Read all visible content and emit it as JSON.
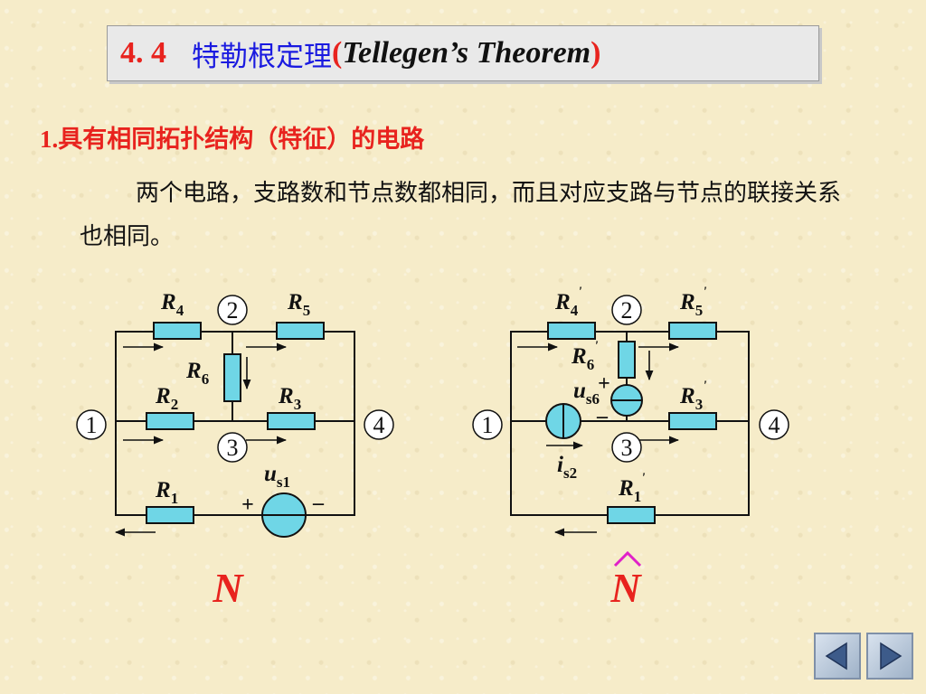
{
  "title": {
    "number": "4. 4",
    "chinese": "特勒根定理",
    "open_paren": "(",
    "english": "Tellegen’s  Theorem",
    "close_paren": ")"
  },
  "section": {
    "number": "1.",
    "heading": "具有相同拓扑结构（特征）的电路",
    "paragraph": "两个电路，支路数和节点数都相同，而且对应支路与节点的联接关系也相同。"
  },
  "circuit_left": {
    "name": "N",
    "nodes": [
      "1",
      "2",
      "3",
      "4"
    ],
    "labels": {
      "r4": "R",
      "r4_sub": "4",
      "r5": "R",
      "r5_sub": "5",
      "r6": "R",
      "r6_sub": "6",
      "r2": "R",
      "r2_sub": "2",
      "r3": "R",
      "r3_sub": "3",
      "r1": "R",
      "r1_sub": "1",
      "us1": "u",
      "us1_sub": "s1",
      "plus": "+",
      "minus": "–"
    }
  },
  "circuit_right": {
    "name": "N",
    "hat": "^",
    "nodes": [
      "1",
      "2",
      "3",
      "4"
    ],
    "prime": "'",
    "labels": {
      "r4": "R",
      "r4_sub": "4",
      "r5": "R",
      "r5_sub": "5",
      "r6": "R",
      "r6_sub": "6",
      "r3": "R",
      "r3_sub": "3",
      "r1": "R",
      "r1_sub": "1",
      "us6": "u",
      "us6_sub": "s6",
      "is2": "i",
      "is2_sub": "s2",
      "plus": "+",
      "minus": "–"
    }
  },
  "navigation": {
    "prev_icon": "left-triangle-icon",
    "next_icon": "right-triangle-icon"
  },
  "colors": {
    "background": "#f6ecc9",
    "title_number": "#e8231e",
    "title_chinese": "#1a1ae0",
    "heading": "#e8231e",
    "resistor_fill": "#6fd6e6",
    "source_fill": "#6fd6e6",
    "circuit_name": "#e8231e",
    "hat": "#e020c8"
  }
}
